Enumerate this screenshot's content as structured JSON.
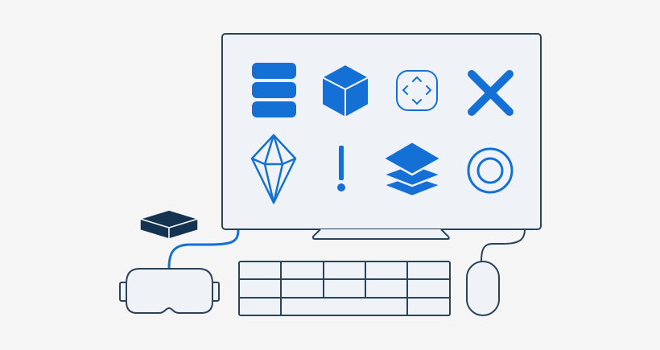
{
  "colors": {
    "background": "#f5f5f5",
    "screen_fill": "#eff3f7",
    "outline": "#2c4257",
    "accent_blue": "#1570d6",
    "dark_box": "#143351"
  },
  "screen_icons": [
    "database-stack-icon",
    "cube-icon",
    "move-arrows-icon",
    "close-x-icon",
    "diamond-icon",
    "exclamation-icon",
    "layers-icon",
    "target-ring-icon"
  ],
  "devices": [
    "monitor",
    "monitor-stand",
    "keyboard",
    "mouse",
    "vr-headset",
    "set-top-box"
  ]
}
